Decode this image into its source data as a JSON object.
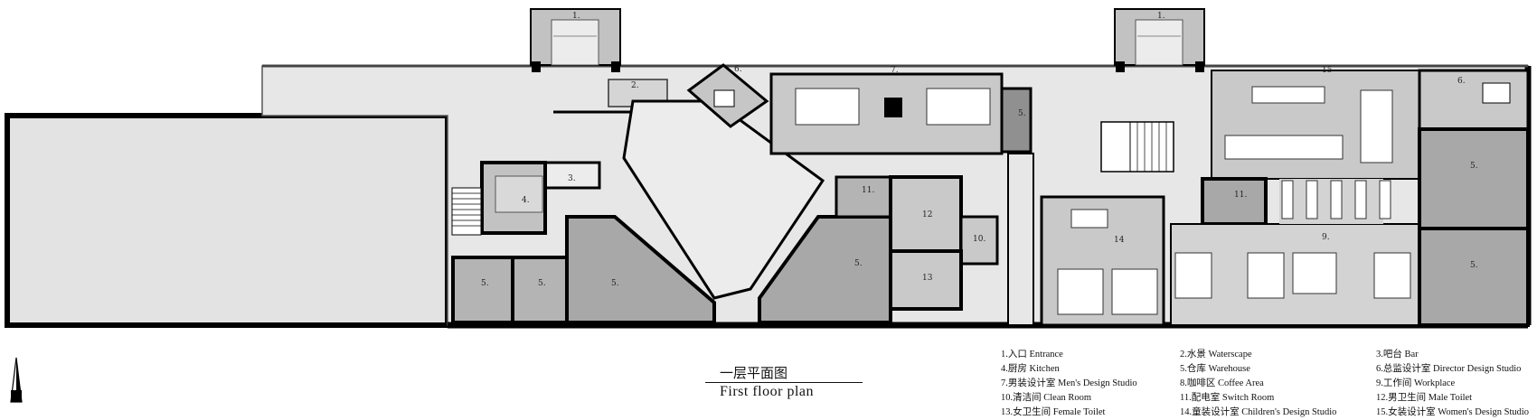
{
  "title_cn": "一层平面图",
  "title_en": "First floor plan",
  "legend": [
    [
      "1.入口 Entrance",
      "4.厨房 Kitchen",
      "7.男装设计室 Men's Design Studio",
      "10.清洁间 Clean Room",
      "13.女卫生间 Female Toilet"
    ],
    [
      "2.水景 Waterscape",
      "5.仓库 Warehouse",
      "8.咖啡区 Coffee Area",
      "11.配电室 Switch Room",
      "14.童装设计室 Children's Design Studio"
    ],
    [
      "3.吧台 Bar",
      "6.总监设计室 Director Design Studio",
      "9.工作间 Workplace",
      "12.男卫生间 Male Toilet",
      "15.女装设计室 Women's Design Studio"
    ]
  ],
  "room_numbers": {
    "entrance_left": "1.",
    "entrance_right": "1.",
    "waterscape": "2.",
    "bar": "3.",
    "kitchen": "4.",
    "warehouse": "5.",
    "director": "6.",
    "mens_studio": "7.",
    "workplace": "9.",
    "clean_room": "10.",
    "switch_room": "11.",
    "male_toilet": "12",
    "female_toilet": "13",
    "childrens_studio": "14",
    "womens_studio": "15"
  },
  "colors": {
    "wall": "#000000",
    "floor": "#ececec",
    "room_medium": "#c9c9c9",
    "room_dark": "#a8a8a8",
    "furniture": "#ffffff",
    "outer_hall": "#e3e3e3"
  },
  "north_arrow_icon": "north-arrow-icon"
}
